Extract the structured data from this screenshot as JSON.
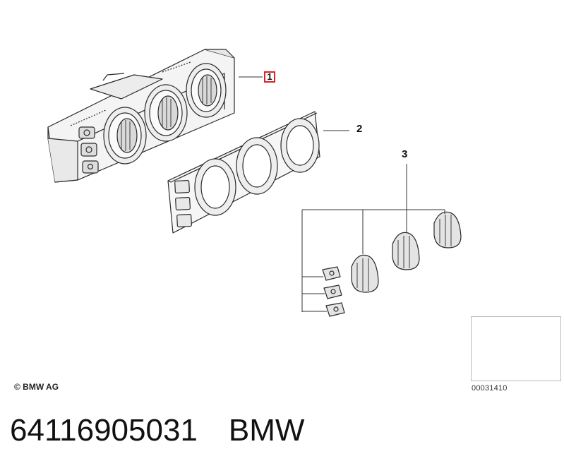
{
  "callouts": {
    "one": "1",
    "two": "2",
    "three": "3"
  },
  "copyright": "© BMW AG",
  "thumbnail_code": "00031410",
  "footer": {
    "part_number": "64116905031",
    "brand": "BMW"
  },
  "colors": {
    "callout_box": "#d8232a",
    "line": "#333333",
    "fill_light": "#f2f2f2",
    "fill_dark": "#9a9a9a"
  }
}
